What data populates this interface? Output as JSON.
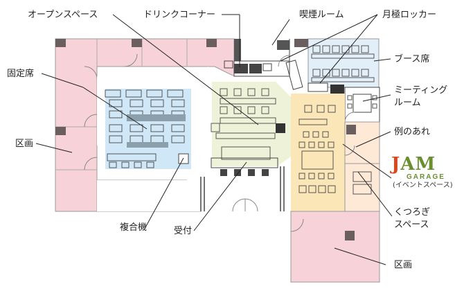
{
  "labels": {
    "open_space": "オープンスペース",
    "drink_corner": "ドリンクコーナー",
    "smoking_room": "喫煙ルーム",
    "monthly_locker": "月極ロッカー",
    "booth_seats": "ブース席",
    "fixed_seats": "固定席",
    "meeting_room_line1": "ミーティング",
    "meeting_room_line2": "ルーム",
    "you_know_that": "例のあれ",
    "section_left": "区画",
    "multifunction_machine": "複合機",
    "reception": "受付",
    "relax_space_line1": "くつろぎ",
    "relax_space_line2": "スペース",
    "section_bottom": "区画"
  },
  "logo": {
    "jam_j": "J",
    "jam_rest": "AM",
    "garage": "GARAGE",
    "subtitle": "(イベントスペース)"
  },
  "colors": {
    "section_pink": "#f7d2d8",
    "fixed_seat_blue": "#cfe7f6",
    "open_space_green": "#eef2d8",
    "event_space_yellow": "#fbe6b8",
    "booth_blue": "#e2eff9",
    "corner_orange": "#fde9d6",
    "wall": "#444444",
    "pillar": "#6b5e5e",
    "brand_green": "#6a8f2f",
    "brand_orange": "#d9481c"
  }
}
